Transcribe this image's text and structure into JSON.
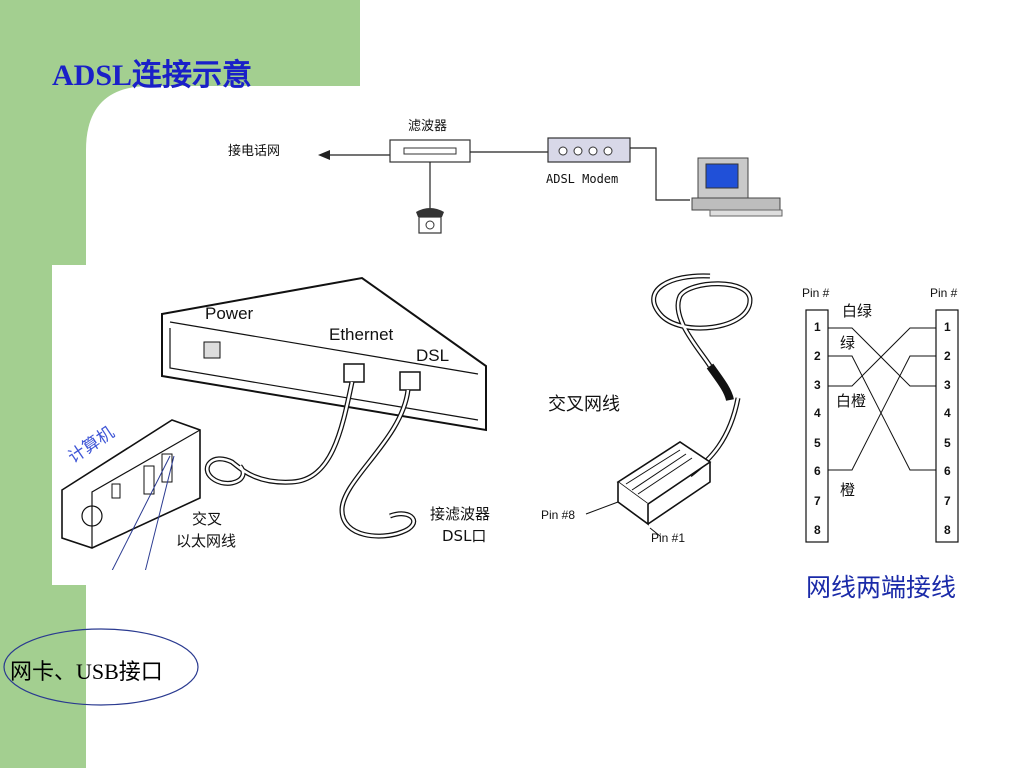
{
  "slide": {
    "title": "ADSL连接示意",
    "caption_cable_pinout": "网线两端接线",
    "callout_label": "网卡、USB接口"
  },
  "top_diagram": {
    "to_phone_network": "接电话网",
    "filter": "滤波器",
    "modem": "ADSL Modem"
  },
  "lower_diagram": {
    "power": "Power",
    "ethernet": "Ethernet",
    "dsl": "DSL",
    "computer": "计算机",
    "crossover_ethernet_line1": "交叉",
    "crossover_ethernet_line2": "以太网线",
    "filter_dsl_line1": "接滤波器",
    "filter_dsl_line2": "DSL口",
    "crossover_cable": "交叉网线",
    "pin8": "Pin #8",
    "pin1": "Pin #1"
  },
  "pinout": {
    "left_header": "Pin #",
    "right_header": "Pin #",
    "pins": [
      "1",
      "2",
      "3",
      "4",
      "5",
      "6",
      "7",
      "8"
    ],
    "wire_labels": [
      "白绿",
      "绿",
      "白橙",
      "橙"
    ]
  },
  "colors": {
    "sidebar": "#a3cf90",
    "title": "#1a20c8",
    "caption": "#1a2aa8",
    "computer_label": "#3f56d6",
    "callout_line": "#2a3a90"
  }
}
